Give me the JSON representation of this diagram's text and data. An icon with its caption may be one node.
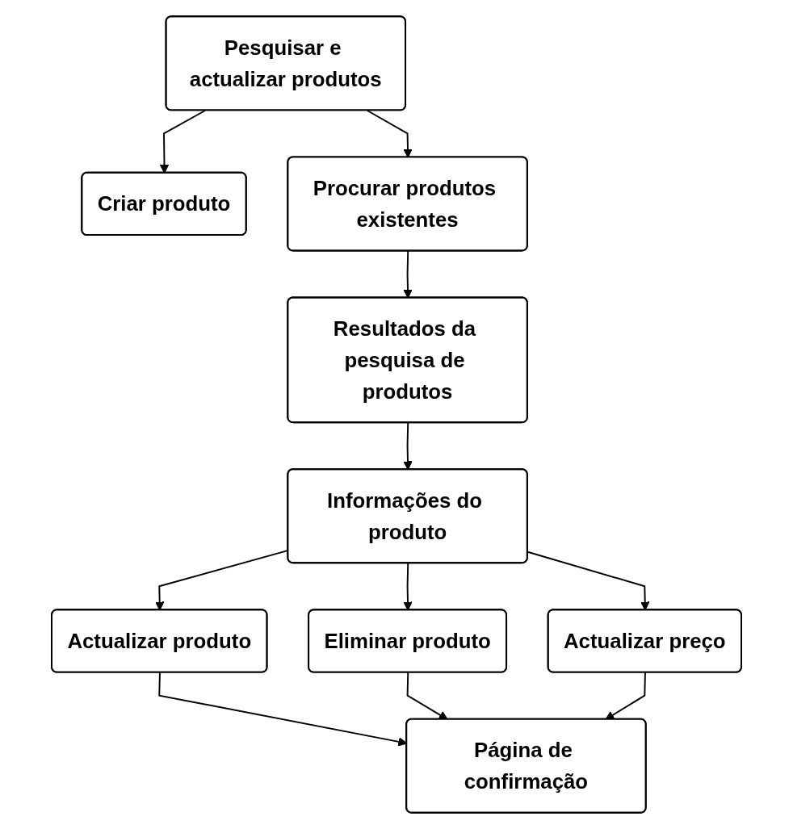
{
  "diagram": {
    "nodes": [
      {
        "text": [
          "Pesquisar e actualizar produtos"
        ]
      },
      {
        "text": [
          "Criar produto"
        ]
      },
      {
        "text": [
          "Procurar produtos existentes"
        ]
      },
      {
        "text": [
          "Resultados da pesquisa de produtos"
        ]
      },
      {
        "text": [
          "Informações do produto"
        ]
      },
      {
        "text": [
          "Actualizar produto"
        ]
      },
      {
        "text": [
          "Eliminar produto"
        ]
      },
      {
        "text": [
          "Actualizar preço"
        ]
      },
      {
        "text": [
          "Página de confirmação"
        ]
      }
    ],
    "edges": [
      {
        "from": 0,
        "to": 1,
        "arrow": "to"
      },
      {
        "from": 0,
        "to": 2,
        "arrow": "to"
      },
      {
        "from": 2,
        "to": 3,
        "arrow": "to"
      },
      {
        "from": 3,
        "to": 4,
        "arrow": "to"
      },
      {
        "from": 4,
        "to": 5,
        "arrow": "to"
      },
      {
        "from": 4,
        "to": 6,
        "arrow": "to"
      },
      {
        "from": 4,
        "to": 7,
        "arrow": "to"
      },
      {
        "from": 5,
        "to": 8,
        "arrow": "to"
      },
      {
        "from": 6,
        "to": 8,
        "arrow": "to"
      },
      {
        "from": 7,
        "to": 8,
        "arrow": "to"
      }
    ]
  }
}
